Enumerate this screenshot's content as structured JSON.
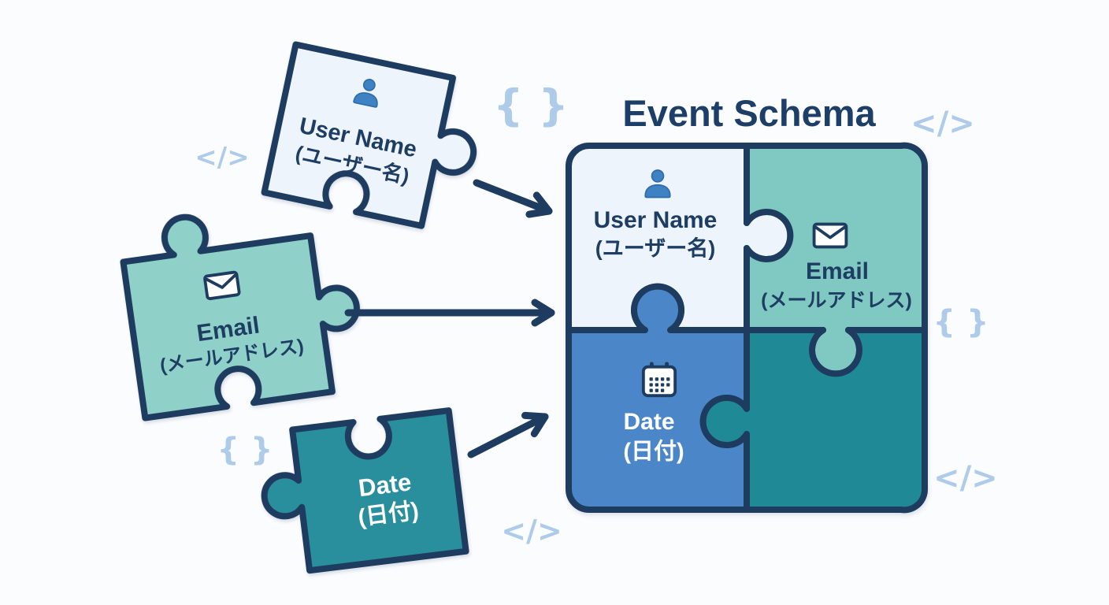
{
  "title": "Event Schema",
  "fields": {
    "user_name": {
      "label": "User Name",
      "label_ja": "(ユーザー名)"
    },
    "email": {
      "label": "Email",
      "label_ja": "(メールアドレス)"
    },
    "date": {
      "label": "Date",
      "label_ja": "(日付)"
    }
  },
  "decorations": {
    "code_tag": "</>",
    "braces": "{ }"
  },
  "icons": {
    "user_name": "person-icon",
    "email": "envelope-icon",
    "date": "calendar-icon"
  },
  "colors": {
    "navy": "#1e3c60",
    "background": "#fbfcfe",
    "light_piece_fill": "#eef4fb",
    "floating_email_teal": "#8fd0c8",
    "schema_email_teal": "#7fc9c2",
    "floating_date_teal": "#2a8f9d",
    "schema_empty_teal": "#1f8a96",
    "schema_date_blue": "#4a86c8",
    "person_icon_blue": "#3e82c4",
    "code_glyph_blue": "#aecbea",
    "white_text": "#ffffff"
  }
}
